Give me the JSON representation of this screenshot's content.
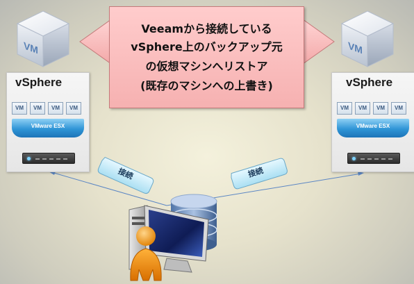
{
  "title": {
    "lines": [
      "Veeamから接続している",
      "vSphere上のバックアップ元",
      "の仮想マシンへリストア",
      "(既存のマシンへの上書き)"
    ]
  },
  "hosts": [
    {
      "title": "vSphere",
      "vm_chips": [
        "VM",
        "VM",
        "VM",
        "VM"
      ],
      "esx_label": "VMware ESX",
      "vm_cube_label": "VM"
    },
    {
      "title": "vSphere",
      "vm_chips": [
        "VM",
        "VM",
        "VM",
        "VM"
      ],
      "esx_label": "VMware ESX",
      "vm_cube_label": "VM"
    }
  ],
  "connections": {
    "left_label": "接続",
    "right_label": "接続"
  },
  "colors": {
    "title_box_fill": "#f6b1b1",
    "arrow_fill": "#f5b8b8",
    "connector_line": "#5b86c4",
    "label_pill_fill": "#c8ecf8",
    "esx_blue": "#2f95d6",
    "user_orange": "#f2960a"
  }
}
